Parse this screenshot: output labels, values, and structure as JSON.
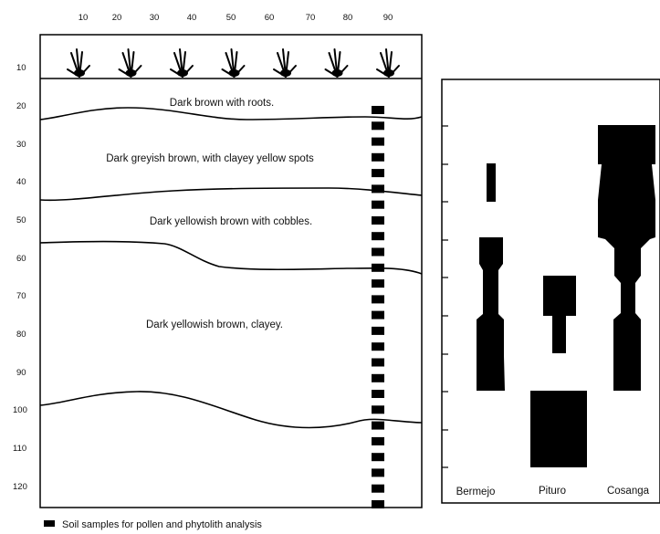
{
  "colors": {
    "ink": "#000000",
    "background": "#ffffff",
    "text": "#111111"
  },
  "profile": {
    "top_axis_ticks": [
      "10",
      "20",
      "30",
      "40",
      "50",
      "60",
      "70",
      "80",
      "90"
    ],
    "depth_ticks": [
      "10",
      "20",
      "30",
      "40",
      "50",
      "60",
      "70",
      "80",
      "90",
      "100",
      "110",
      "120"
    ],
    "horizon_labels": [
      "Dark brown with roots.",
      "Dark greyish brown, with clayey yellow spots",
      "Dark yellowish brown with cobbles.",
      "Dark yellowish brown, clayey."
    ],
    "plant_icon": "grass-tuft-icon",
    "plant_count": 7,
    "sample_count": 26
  },
  "legend": {
    "symbol_icon": "black-square-icon",
    "text": "Soil samples for pollen and phytolith analysis"
  },
  "taxa": {
    "labels": [
      "Bermejo",
      "Pituro",
      "Cosanga"
    ]
  }
}
